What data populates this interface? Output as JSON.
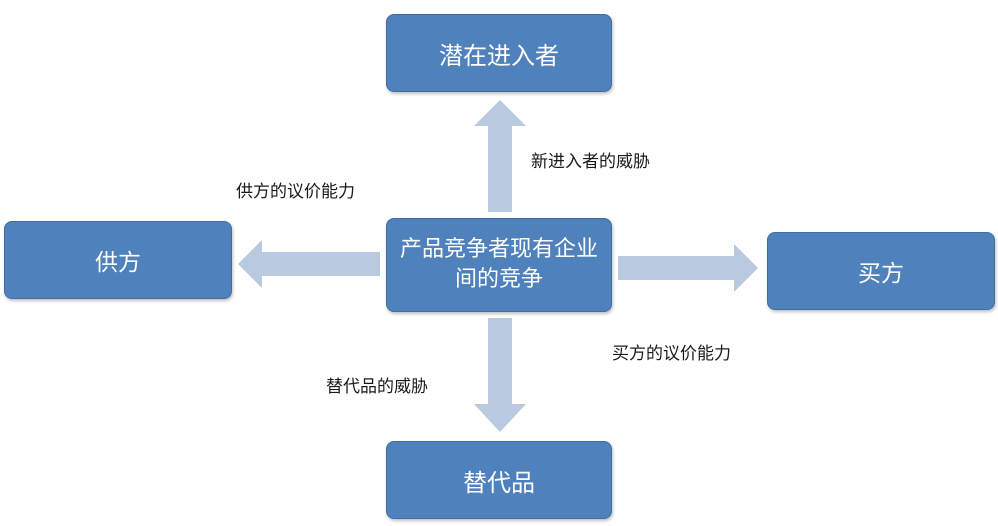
{
  "diagram": {
    "nodes": {
      "top": "潜在进入者",
      "left": "供方",
      "center": "产品竞争者现有企业间的竞争",
      "right": "买方",
      "bottom": "替代品"
    },
    "edge_labels": {
      "new_entrants_threat": "新进入者的威胁",
      "supplier_bargaining": "供方的议价能力",
      "buyer_bargaining": "买方的议价能力",
      "substitute_threat": "替代品的威胁"
    },
    "colors": {
      "box_fill": "#4f81bd",
      "box_text": "#ffffff",
      "arrow_fill": "#b9c9e0"
    }
  }
}
